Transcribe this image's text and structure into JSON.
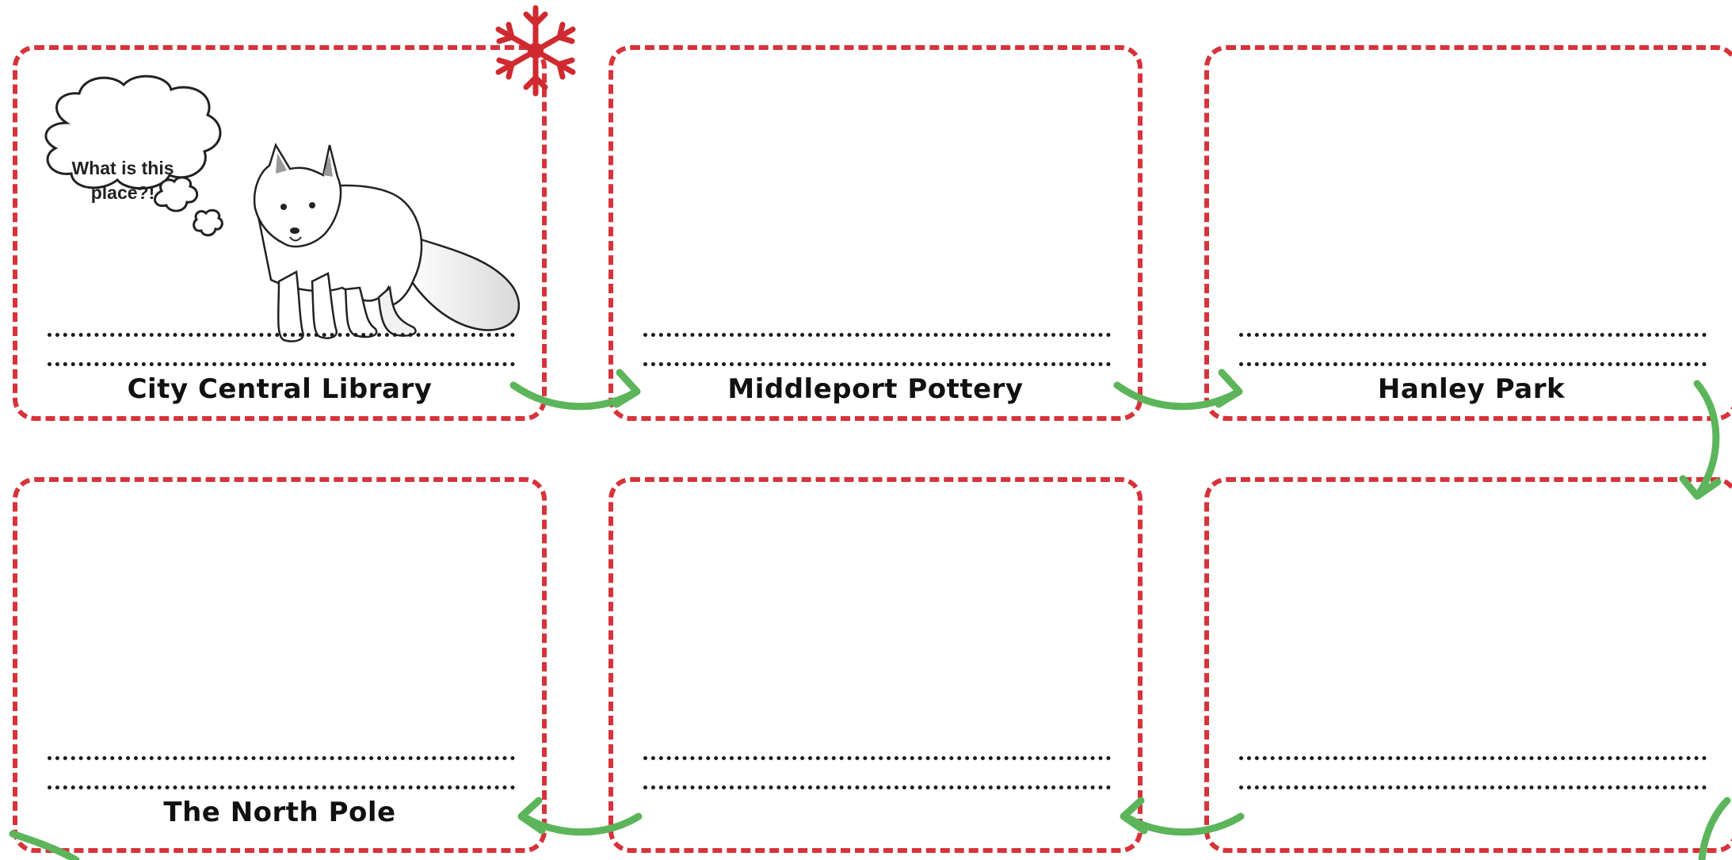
{
  "colors": {
    "border": "#d6333b",
    "arrow": "#5cb55a",
    "snowflake": "#cf2a30",
    "text": "#111111"
  },
  "panels": [
    {
      "label": "City Central Library",
      "thought": "What is this place?!",
      "has_fox": true
    },
    {
      "label": "Middleport Pottery"
    },
    {
      "label": "Hanley Park"
    },
    {
      "label": "The North Pole"
    },
    {
      "label": ""
    },
    {
      "label": ""
    }
  ],
  "icons": {
    "decoration": "snowflake-icon",
    "arrows": "green-curved-arrow-icon",
    "character": "arctic-fox-illustration",
    "thought": "thought-cloud-icon"
  }
}
